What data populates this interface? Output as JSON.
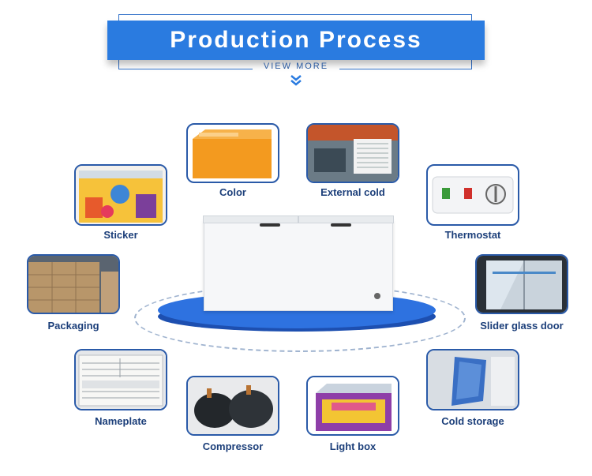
{
  "header": {
    "title": "Production Process",
    "view_more": "VIEW MORE"
  },
  "items": [
    {
      "label": "Color"
    },
    {
      "label": "External cold"
    },
    {
      "label": "Sticker"
    },
    {
      "label": "Thermostat"
    },
    {
      "label": "Packaging"
    },
    {
      "label": "Slider glass door"
    },
    {
      "label": "Nameplate"
    },
    {
      "label": "Cold storage"
    },
    {
      "label": "Compressor"
    },
    {
      "label": "Light box"
    }
  ],
  "colors": {
    "accent": "#2a7be0",
    "frame": "#2a5aa8",
    "label": "#1c3f7a"
  }
}
